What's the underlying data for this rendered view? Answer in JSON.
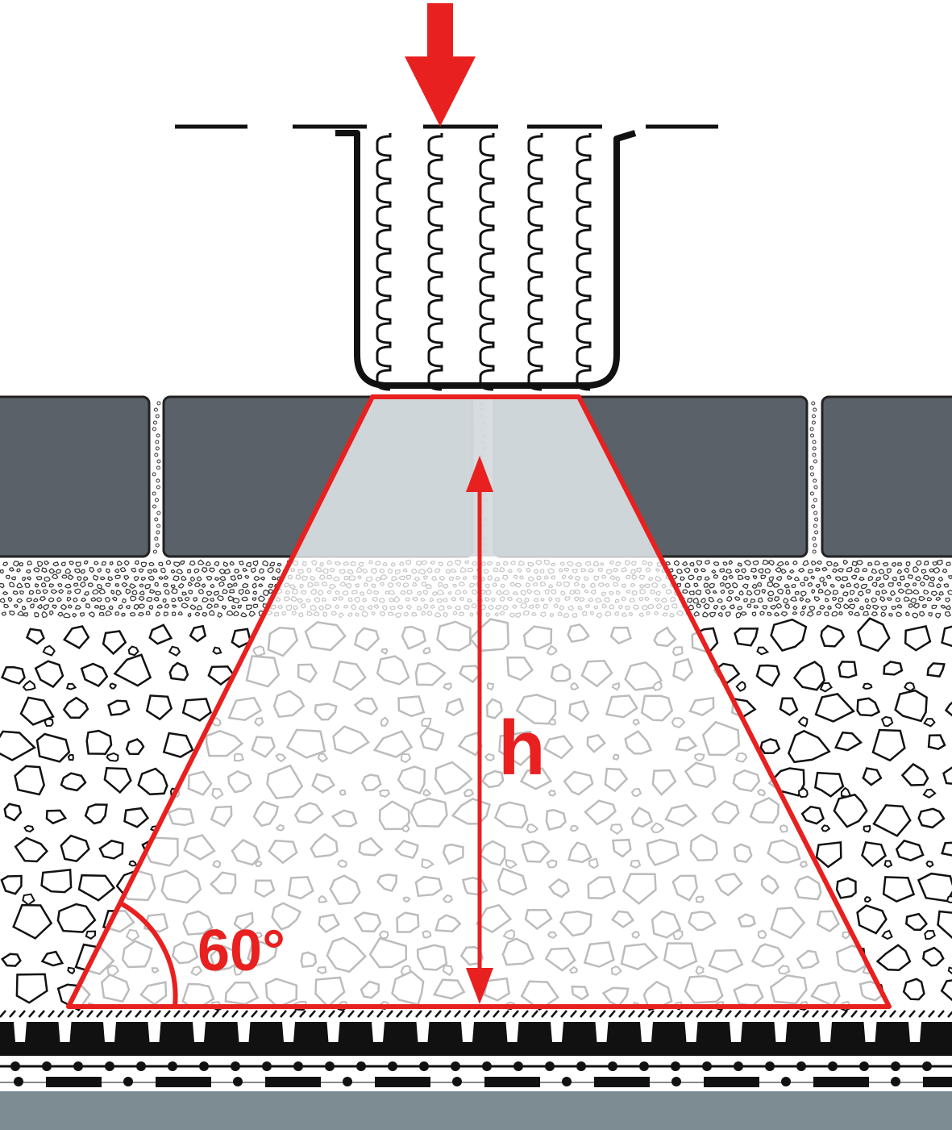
{
  "diagram": {
    "height_label": "h",
    "angle_label": "60°",
    "angle_value_degrees": 60,
    "colors": {
      "load": "#e8201f",
      "paver": "#5a6168",
      "paver_highlight": "#cfd6da",
      "subgrade": "#7d8b93",
      "outline": "#111111"
    }
  }
}
